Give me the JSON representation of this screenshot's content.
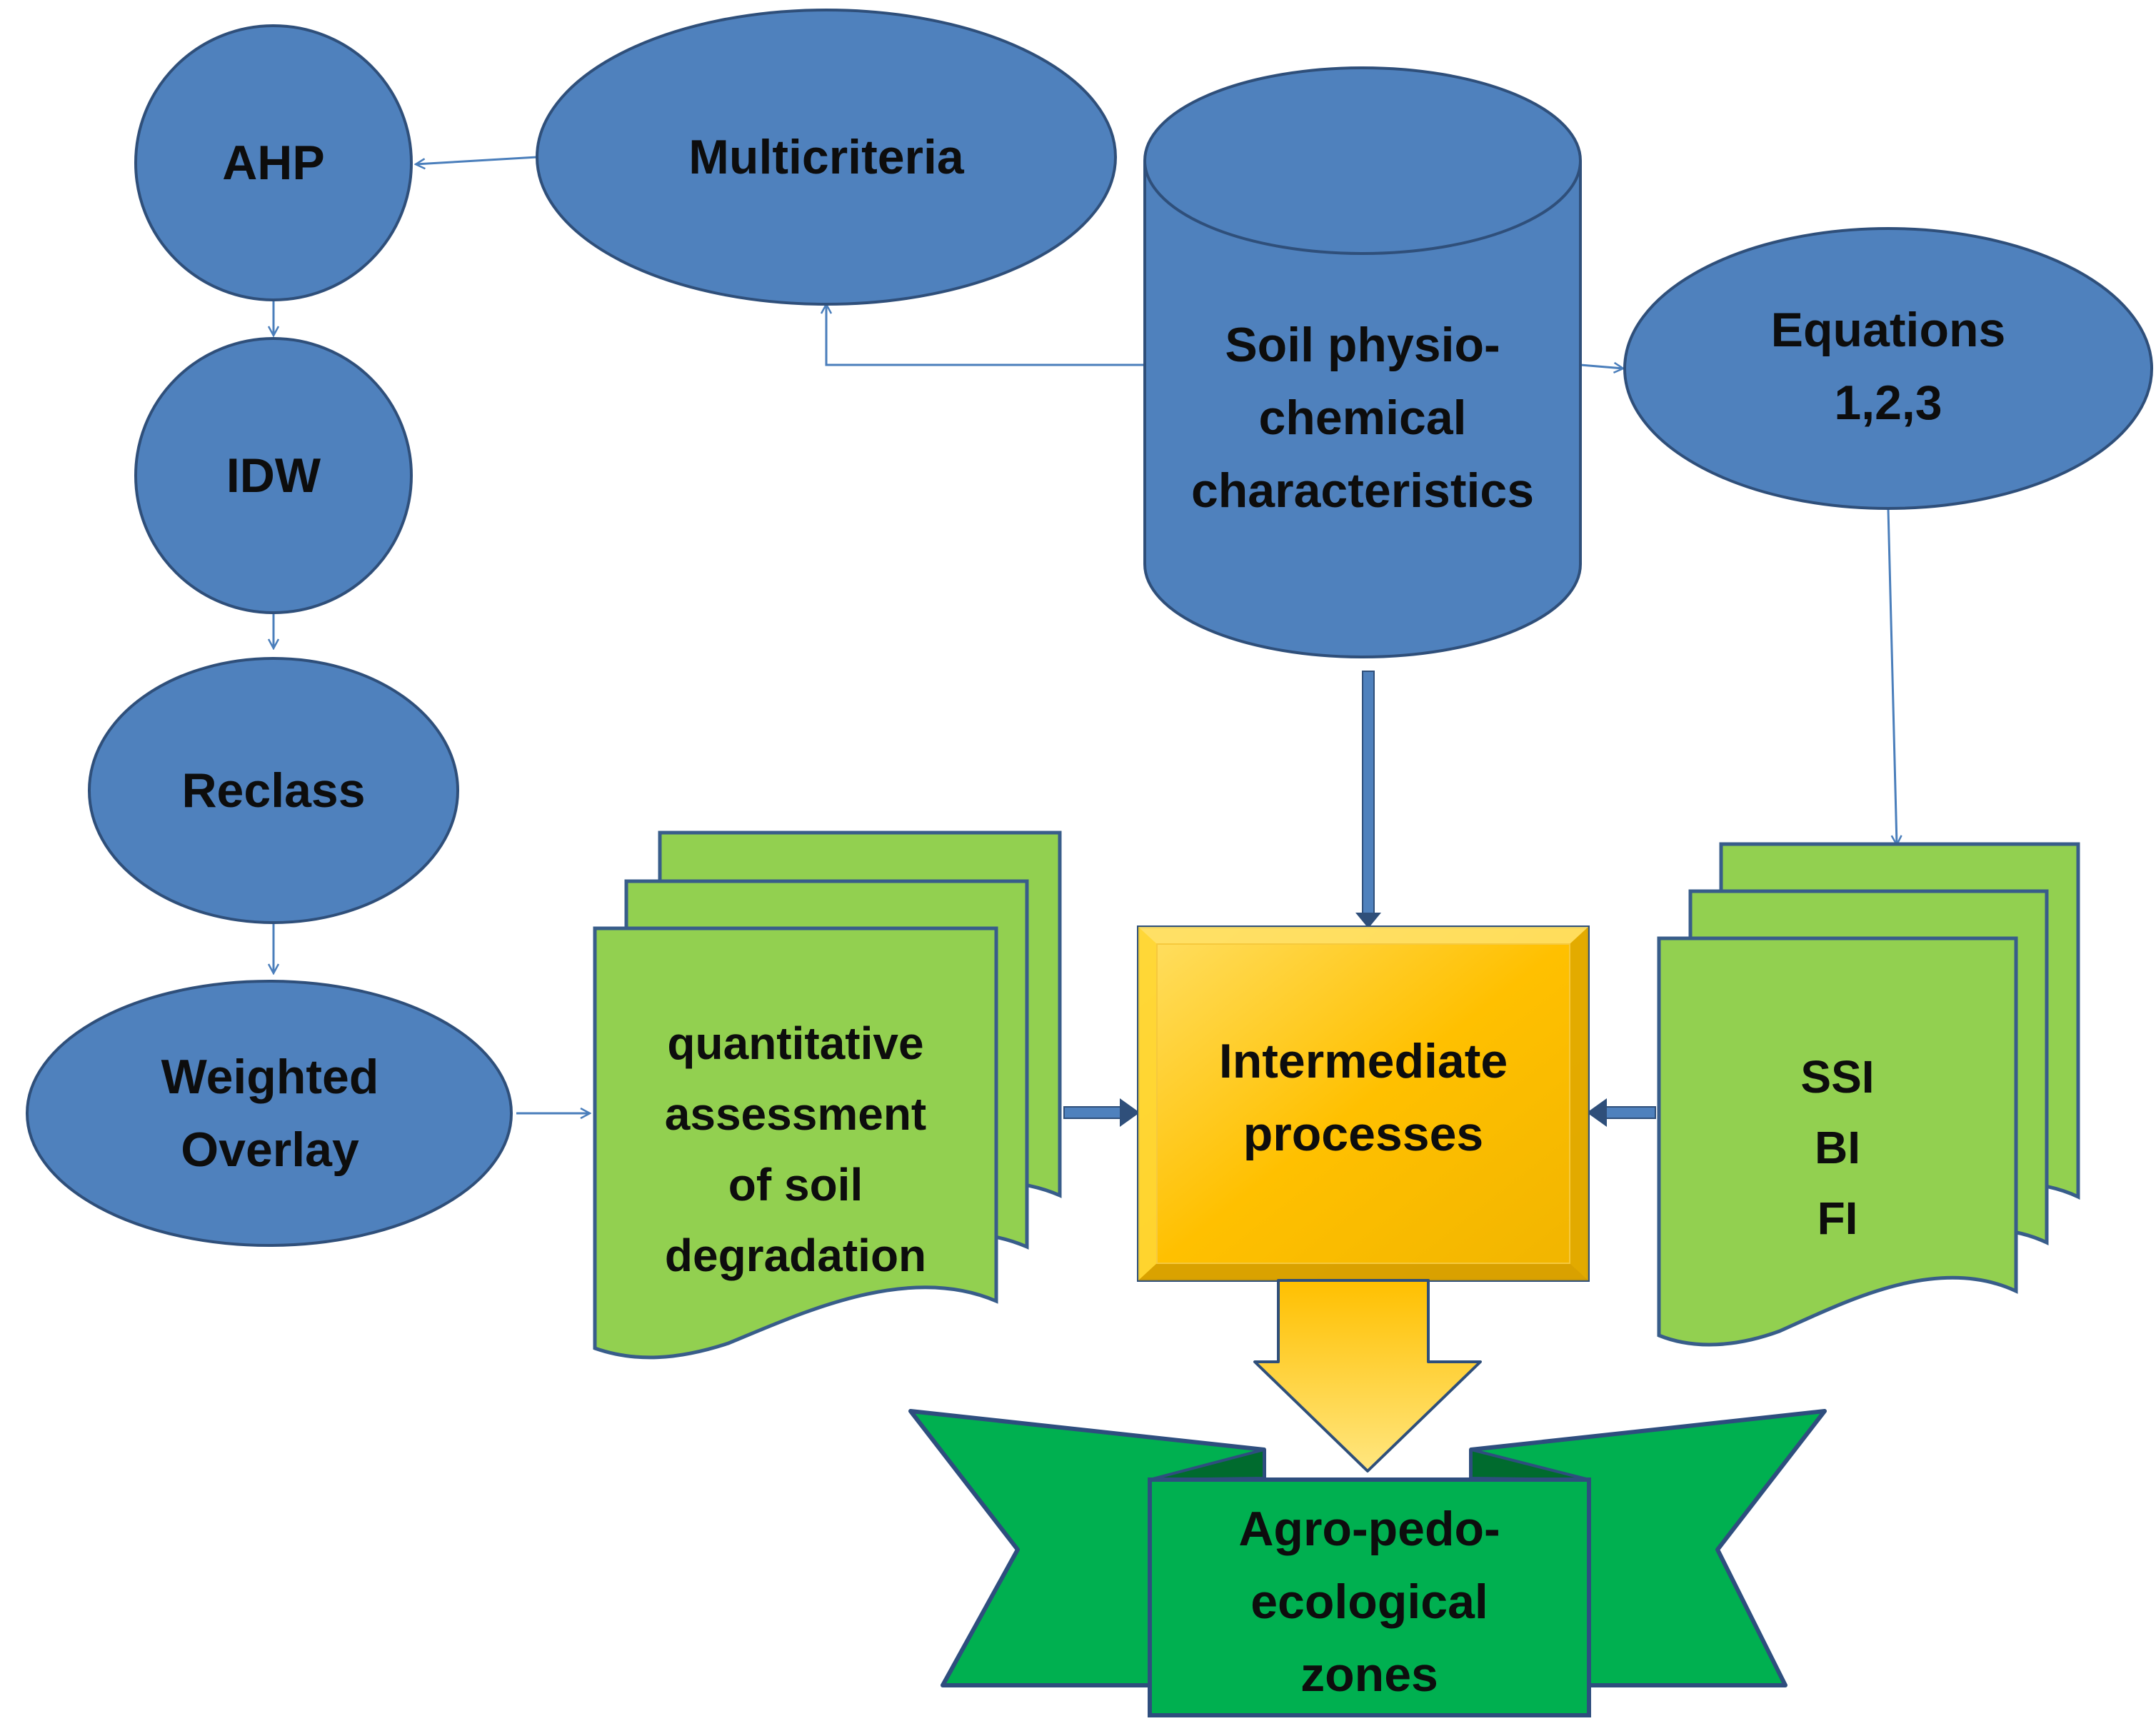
{
  "colors": {
    "node_blue": "#4f81bd",
    "node_blue_border": "#2f4f7a",
    "connector_blue": "#4a7ebb",
    "doc_green": "#92d050",
    "doc_border": "#385d8a",
    "box_yellow": "#ffc000",
    "box_yellow_light": "#ffe066",
    "ribbon_green": "#00b050",
    "ribbon_border": "#2e4e7e"
  },
  "nodes": {
    "ahp": {
      "label": "AHP"
    },
    "idw": {
      "label": "IDW"
    },
    "reclass": {
      "label": "Reclass"
    },
    "weighted_overlay": {
      "line1": "Weighted",
      "line2": "Overlay"
    },
    "multicriteria": {
      "label": "Multicriteria"
    },
    "soil_database": {
      "line1": "Soil physio-",
      "line2": "chemical",
      "line3": "characteristics"
    },
    "equations": {
      "line1": "Equations",
      "line2": "1,2,3"
    },
    "degradation_docs": {
      "line1": "quantitative",
      "line2": "assessment",
      "line3": "of soil",
      "line4": "degradation"
    },
    "indices_docs": {
      "line1": "SSI",
      "line2": "BI",
      "line3": "FI"
    },
    "intermediate": {
      "line1": "Intermediate",
      "line2": "processes"
    },
    "zones": {
      "line1": "Agro-pedo-",
      "line2": "ecological",
      "line3": "zones"
    }
  }
}
